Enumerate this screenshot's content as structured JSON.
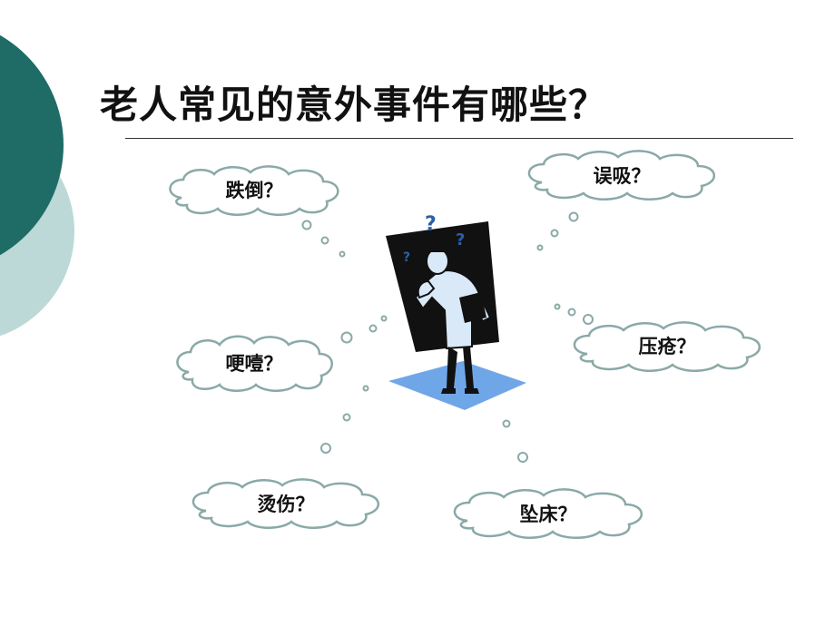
{
  "slide": {
    "title": "老人常见的意外事件有哪些？",
    "clouds": [
      {
        "key": "fall",
        "label": "跌倒？"
      },
      {
        "key": "choke-inhale",
        "label": "误吸？"
      },
      {
        "key": "choke-food",
        "label": "哽噎？"
      },
      {
        "key": "pressure-sore",
        "label": "压疮？"
      },
      {
        "key": "scald",
        "label": "烫伤？"
      },
      {
        "key": "bed-fall",
        "label": "坠床？"
      }
    ]
  },
  "colors": {
    "teal_dark": "#1f6b66",
    "teal_light": "#bcd9d7",
    "cloud_stroke": "#8aa9a7",
    "figure_floor": "#6fa6e8"
  },
  "icons": {
    "figure": "thinking-scientist-illustration",
    "bubbles": "thought-bubble-dots"
  }
}
